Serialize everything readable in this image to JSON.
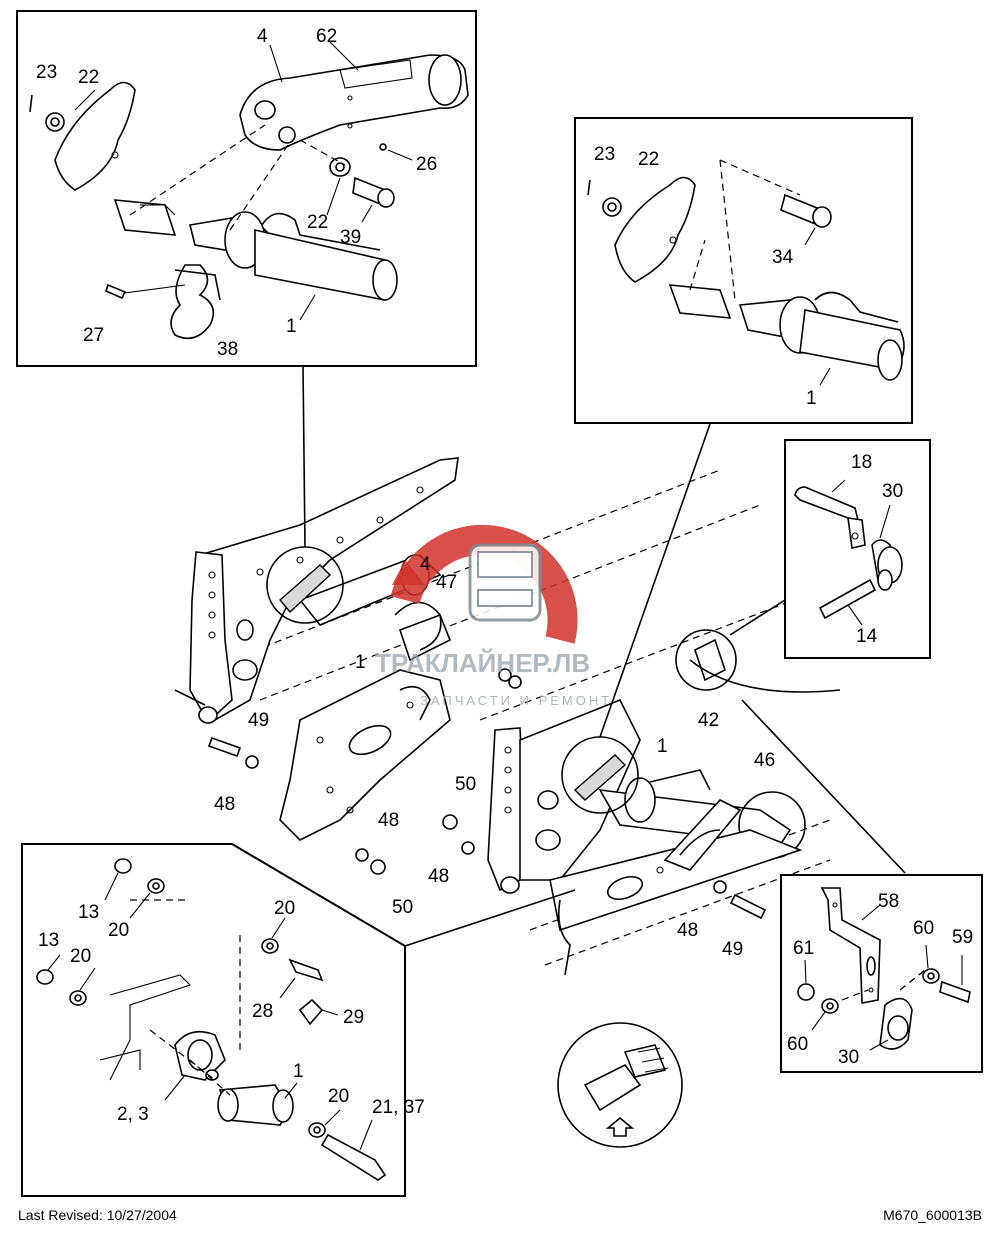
{
  "insets": {
    "top_left": {
      "callouts": [
        "23",
        "22",
        "4",
        "62",
        "26",
        "22",
        "39",
        "27",
        "38",
        "1"
      ]
    },
    "top_right": {
      "callouts": [
        "23",
        "22",
        "34",
        "1"
      ]
    },
    "mid_right": {
      "callouts": [
        "18",
        "30",
        "14"
      ]
    },
    "bottom_left": {
      "callouts": [
        "13",
        "20",
        "13",
        "20",
        "20",
        "28",
        "29",
        "2, 3",
        "1",
        "20",
        "21, 37"
      ]
    },
    "bottom_right": {
      "callouts": [
        "58",
        "61",
        "60",
        "59",
        "60",
        "30"
      ]
    }
  },
  "main_view": {
    "callouts": [
      "4",
      "47",
      "1",
      "49",
      "48",
      "42",
      "1",
      "46",
      "50",
      "48",
      "48",
      "50",
      "48",
      "49"
    ]
  },
  "footer": {
    "last_revised": "Last Revised: 10/27/2004",
    "figure_code": "M670_600013B"
  },
  "watermark": {
    "brand": "ТРАКЛАЙНЕР.ЛВ",
    "tagline": "ЗАПЧАСТИ И РЕМОНТ",
    "accent_color": "#d0322a",
    "icon": "truck-logo-icon"
  },
  "icons": [
    "view-direction-arrow-icon"
  ]
}
